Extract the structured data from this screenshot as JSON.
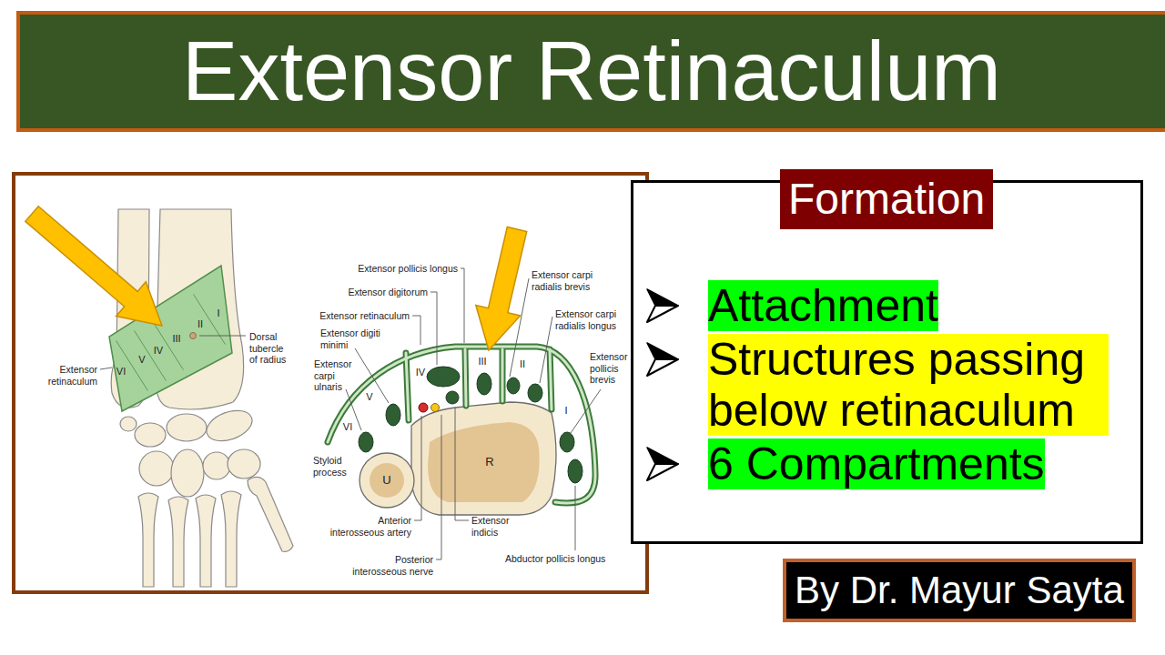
{
  "diagram": {
    "title": "Extensor Retinaculum",
    "nodes": [
      {
        "text": [
          "Attachment",
          "Structures passing below retinaculum",
          "6 Compartments"
        ]
      },
      {
        "text": [
          "Formation"
        ],
        "in": 0
      },
      {
        "text": [
          "By Dr. Mayur Sayta"
        ]
      }
    ],
    "labels": [
      "VI",
      "V",
      "IV",
      "III",
      "II",
      "I",
      "Extensor retinaculum",
      "Dorsal tubercle of radius",
      "Extensor pollicis longus",
      "Extensor digitorum",
      "Extensor retinaculum",
      "Extensor digiti minimi",
      "Extensor carpi ulnaris",
      "VI",
      "V",
      "IV",
      "III",
      "II",
      "I",
      "R",
      "U",
      "Styloid process",
      "Anterior interosseous artery",
      "Posterior interosseous nerve",
      "Extensor indicis",
      "Abductor pollicis longus",
      "Extensor carpi radialis brevis",
      "Extensor carpi radialis longus",
      "Extensor pollicis brevis"
    ]
  }
}
